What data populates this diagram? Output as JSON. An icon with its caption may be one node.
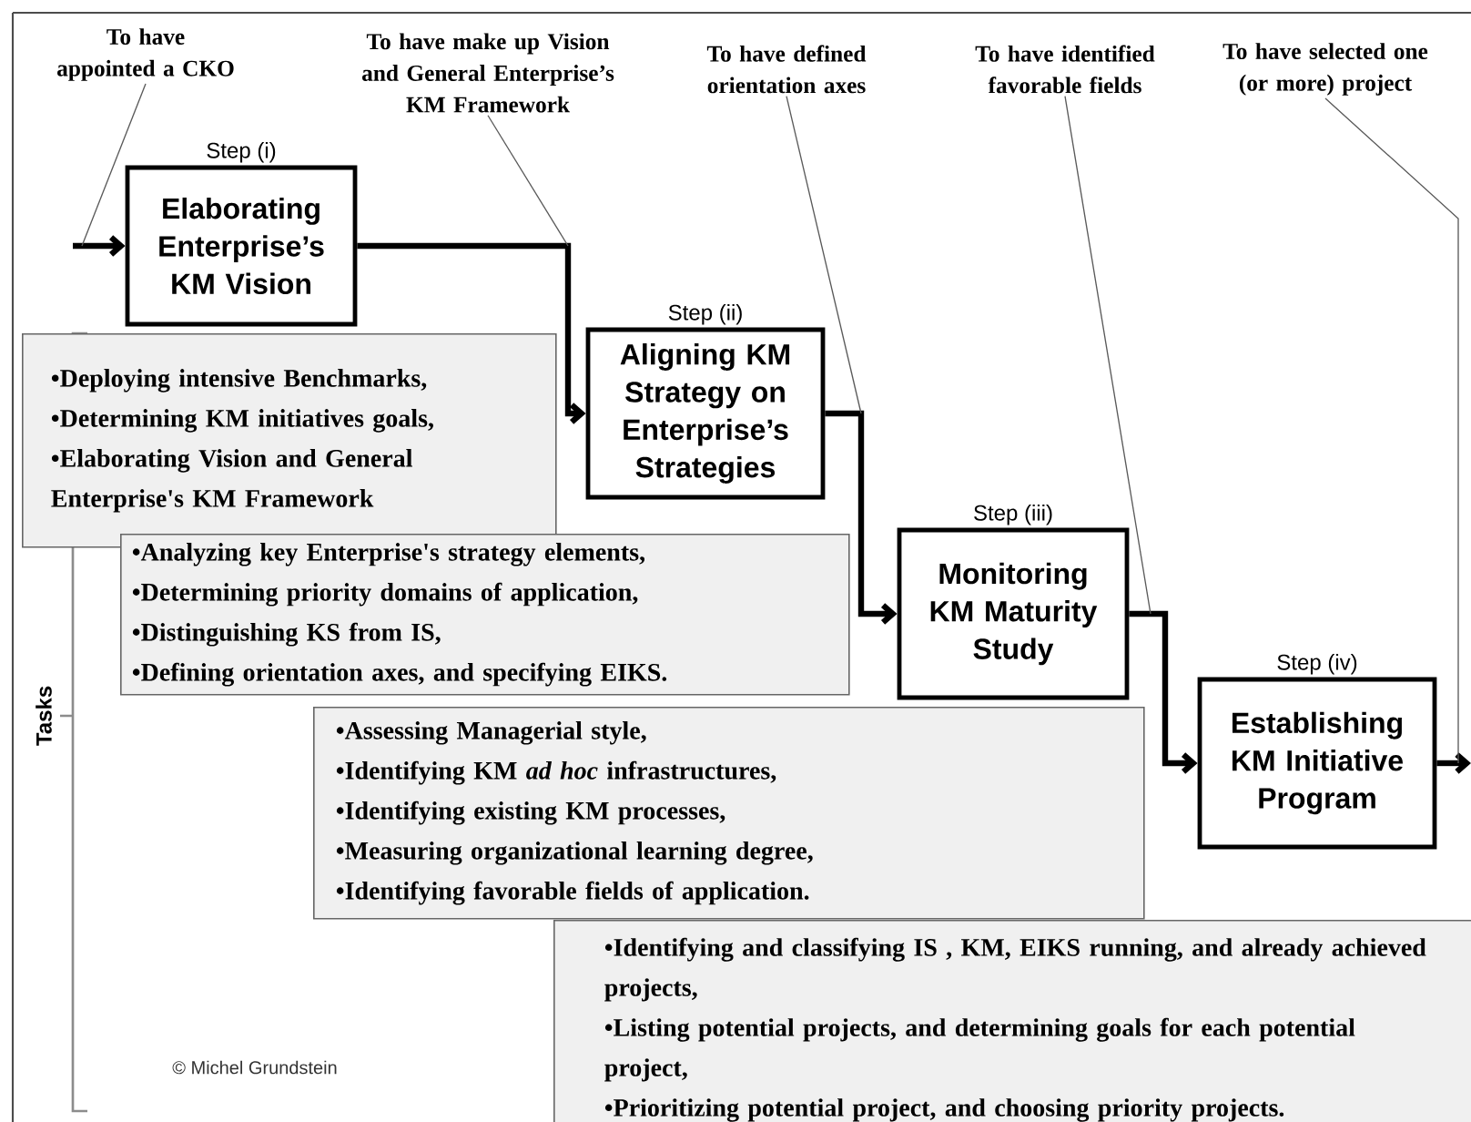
{
  "diagram": {
    "nodes": [
      {
        "text": [
          "Step (i)",
          "Elaborating Enterprise’s KM Vision"
        ]
      },
      {
        "text": [
          "Step (ii)",
          "Aligning KM Strategy on Enterprise’s Strategies"
        ]
      },
      {
        "text": [
          "Step (iii)",
          "Monitoring KM Maturity Study"
        ]
      },
      {
        "text": [
          "Step (iv)",
          "Establishing KM Initiative Program"
        ]
      },
      {
        "text": [
          "•Deploying intensive Benchmarks,",
          "•Determining KM initiatives goals,",
          "•Elaborating Vision and General Enterprise's KM Framework"
        ]
      },
      {
        "text": [
          "•Analyzing key Enterprise's strategy elements,",
          "•Determining priority domains of application,",
          "•Distinguishing KS from IS,",
          "•Defining orientation axes, and specifying EIKS."
        ]
      },
      {
        "text": [
          "•Assessing Managerial style,",
          "•Identifying KM *ad hoc* infrastructures,",
          "•Identifying existing KM processes,",
          "•Measuring organizational learning degree,",
          "•Identifying favorable fields of application."
        ]
      },
      {
        "text": [
          "•Identifying and classifying IS , KM, EIKS running, and already achieved projects,",
          "•Listing potential projects, and determining goals for each potential project,",
          "•Prioritizing potential project, and choosing priority projects."
        ]
      },
      {
        "text": [
          "To have appointed a CKO"
        ]
      },
      {
        "text": [
          "To have make up Vision and General Enterprise’s KM Framework"
        ]
      },
      {
        "text": [
          "To have defined orientation axes"
        ]
      },
      {
        "text": [
          "To have identified favorable fields"
        ]
      },
      {
        "text": [
          "To have selected one (or more) project"
        ]
      }
    ],
    "edges": [
      {
        "from": null,
        "to": 0,
        "arrow": "to",
        "style": "thick"
      },
      {
        "from": 0,
        "to": 1,
        "arrow": "to",
        "style": "thick"
      },
      {
        "from": 1,
        "to": 2,
        "arrow": "to",
        "style": "thick"
      },
      {
        "from": 2,
        "to": 3,
        "arrow": "to",
        "style": "thick"
      },
      {
        "from": 3,
        "to": null,
        "arrow": "to",
        "style": "thick"
      },
      {
        "from": 8,
        "to": null,
        "arrow": "none"
      },
      {
        "from": 9,
        "to": null,
        "arrow": "none"
      },
      {
        "from": 10,
        "to": null,
        "arrow": "none"
      },
      {
        "from": 11,
        "to": null,
        "arrow": "none"
      },
      {
        "from": 12,
        "to": null,
        "arrow": "none"
      }
    ],
    "labels": [
      "Tasks",
      "© Michel Grundstein"
    ]
  }
}
